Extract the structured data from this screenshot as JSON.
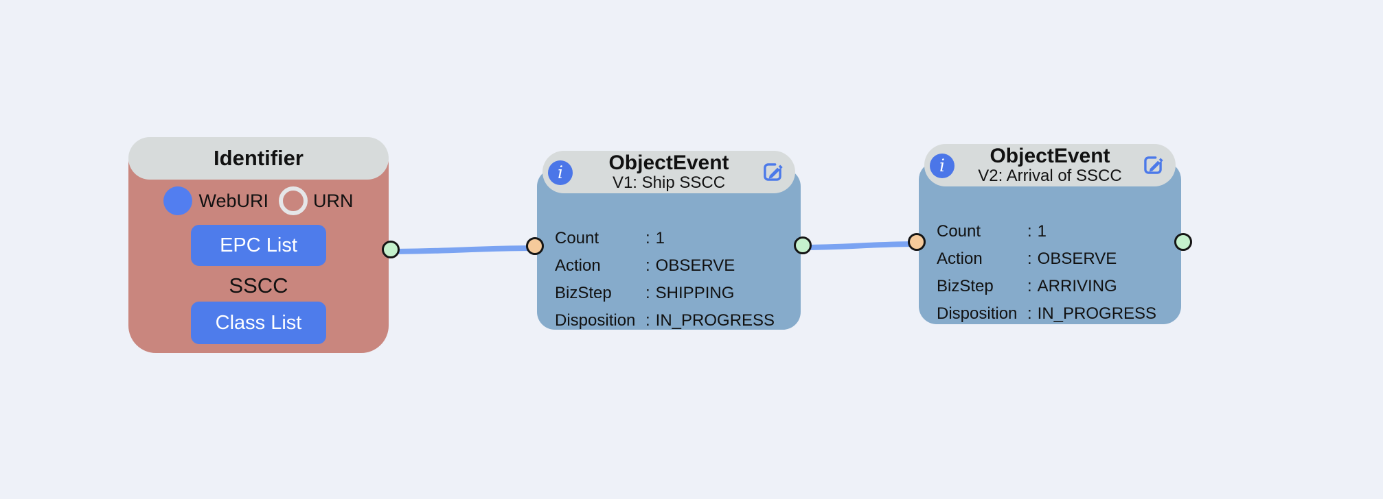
{
  "colon": ":",
  "identifier_node": {
    "title": "Identifier",
    "radios": [
      {
        "label": "WebURI",
        "selected": true
      },
      {
        "label": "URN",
        "selected": false
      }
    ],
    "epc_list_button": "EPC List",
    "identifier_type": "SSCC",
    "class_list_button": "Class List"
  },
  "event_nodes": [
    {
      "title": "ObjectEvent",
      "subtitle": "V1: Ship SSCC",
      "rows": [
        {
          "label": "Count",
          "value": "1"
        },
        {
          "label": "Action",
          "value": "OBSERVE"
        },
        {
          "label": "BizStep",
          "value": "SHIPPING"
        },
        {
          "label": "Disposition",
          "value": "IN_PROGRESS"
        }
      ]
    },
    {
      "title": "ObjectEvent",
      "subtitle": "V2: Arrival of SSCC",
      "rows": [
        {
          "label": "Count",
          "value": "1"
        },
        {
          "label": "Action",
          "value": "OBSERVE"
        },
        {
          "label": "BizStep",
          "value": "ARRIVING"
        },
        {
          "label": "Disposition",
          "value": "IN_PROGRESS"
        }
      ]
    }
  ],
  "icons": {
    "info": "info-icon",
    "info_glyph": "i",
    "edit": "edit-pencil-square-icon"
  },
  "colors": {
    "background": "#eef1f8",
    "node_header": "#d7dbdb",
    "identifier_body": "#c9867e",
    "event_body": "#86abcb",
    "accent_blue": "#4e7ceb",
    "icon_blue": "#4b76e8",
    "edge": "#7aa3f2",
    "handle_source": "#c5f1cd",
    "handle_target": "#f5ca9b",
    "handle_border": "#151515",
    "text": "#111111"
  }
}
